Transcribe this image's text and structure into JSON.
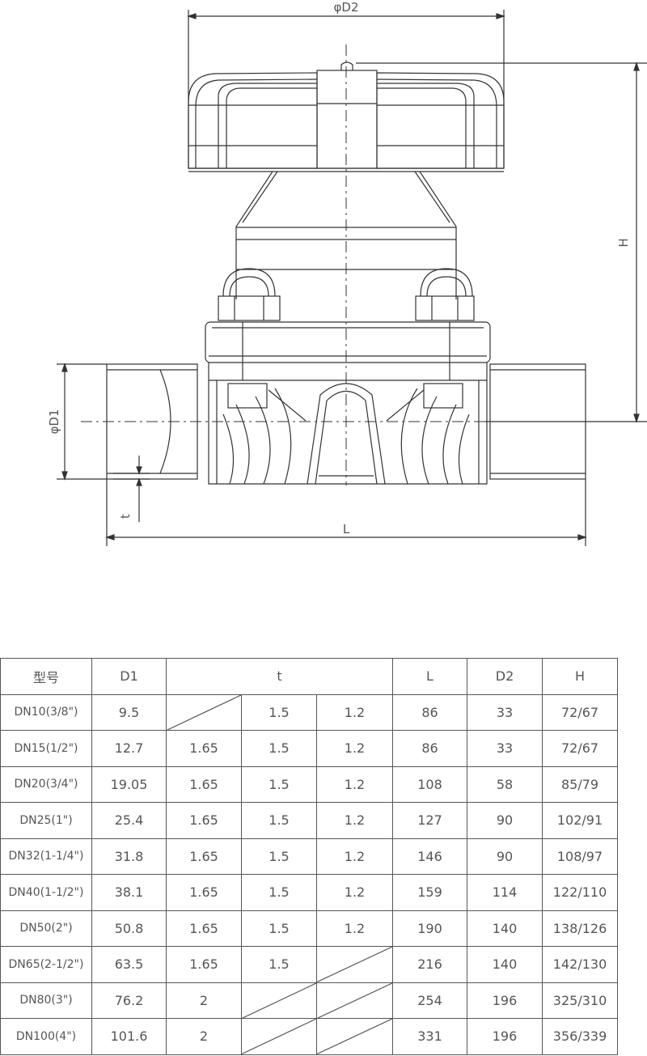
{
  "drawing": {
    "dimension_labels": {
      "d2": "φD2",
      "h": "H",
      "d1": "φD1",
      "t": "t",
      "l": "L"
    }
  },
  "table": {
    "headers": {
      "model": "型号",
      "d1": "D1",
      "t": "t",
      "l": "L",
      "d2": "D2",
      "h": "H"
    },
    "rows": [
      {
        "model": "DN10(3/8\")",
        "d1": "9.5",
        "t1": "",
        "t2": "1.5",
        "t3": "1.2",
        "l": "86",
        "d2": "33",
        "h": "72/67"
      },
      {
        "model": "DN15(1/2\")",
        "d1": "12.7",
        "t1": "1.65",
        "t2": "1.5",
        "t3": "1.2",
        "l": "86",
        "d2": "33",
        "h": "72/67"
      },
      {
        "model": "DN20(3/4\")",
        "d1": "19.05",
        "t1": "1.65",
        "t2": "1.5",
        "t3": "1.2",
        "l": "108",
        "d2": "58",
        "h": "85/79"
      },
      {
        "model": "DN25(1\")",
        "d1": "25.4",
        "t1": "1.65",
        "t2": "1.5",
        "t3": "1.2",
        "l": "127",
        "d2": "90",
        "h": "102/91"
      },
      {
        "model": "DN32(1-1/4\")",
        "d1": "31.8",
        "t1": "1.65",
        "t2": "1.5",
        "t3": "1.2",
        "l": "146",
        "d2": "90",
        "h": "108/97"
      },
      {
        "model": "DN40(1-1/2\")",
        "d1": "38.1",
        "t1": "1.65",
        "t2": "1.5",
        "t3": "1.2",
        "l": "159",
        "d2": "114",
        "h": "122/110"
      },
      {
        "model": "DN50(2\")",
        "d1": "50.8",
        "t1": "1.65",
        "t2": "1.5",
        "t3": "1.2",
        "l": "190",
        "d2": "140",
        "h": "138/126"
      },
      {
        "model": "DN65(2-1/2\")",
        "d1": "63.5",
        "t1": "1.65",
        "t2": "1.5",
        "t3": "",
        "l": "216",
        "d2": "140",
        "h": "142/130"
      },
      {
        "model": "DN80(3\")",
        "d1": "76.2",
        "t1": "2",
        "t2": "",
        "t3": "",
        "l": "254",
        "d2": "196",
        "h": "325/310"
      },
      {
        "model": "DN100(4\")",
        "d1": "101.6",
        "t1": "2",
        "t2": "",
        "t3": "",
        "l": "331",
        "d2": "196",
        "h": "356/339"
      }
    ]
  }
}
